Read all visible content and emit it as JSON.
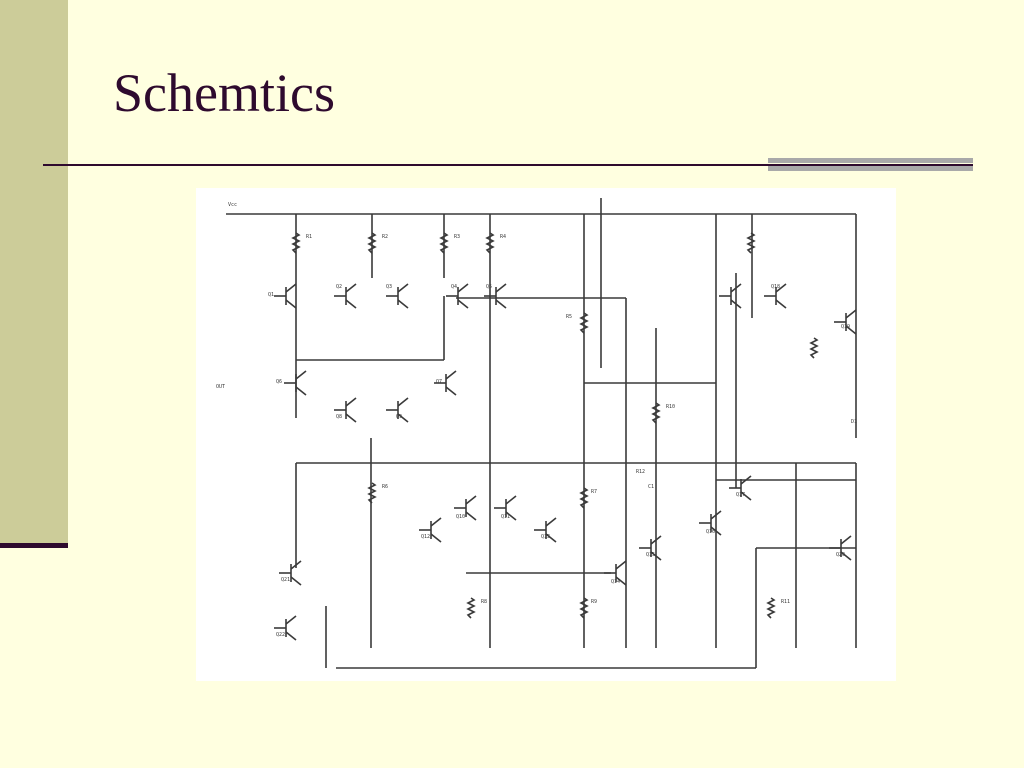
{
  "slide": {
    "title": "Schemtics",
    "colors": {
      "background": "#FFFFE0",
      "sidebar": "#CCCC99",
      "title": "#2E0A2E",
      "rule": "#2E0A2E",
      "rule_accent": "#A9A9A9"
    }
  },
  "schematic": {
    "image": "op-amp-circuit-schematic",
    "labels": [
      "Vcc",
      "Q1",
      "Q2",
      "Q3",
      "Q4",
      "Q5",
      "Q6",
      "Q7",
      "Q8",
      "Q9",
      "Q10",
      "Q11",
      "Q12",
      "Q13",
      "Q14",
      "Q15",
      "Q16",
      "Q17",
      "Q18",
      "Q19",
      "Q20",
      "Q21",
      "Q22",
      "R1",
      "R2",
      "R3",
      "R4",
      "R5",
      "R6",
      "R7",
      "R8",
      "R9",
      "R10",
      "R11",
      "R12",
      "C1",
      "D1",
      "OUT"
    ]
  }
}
